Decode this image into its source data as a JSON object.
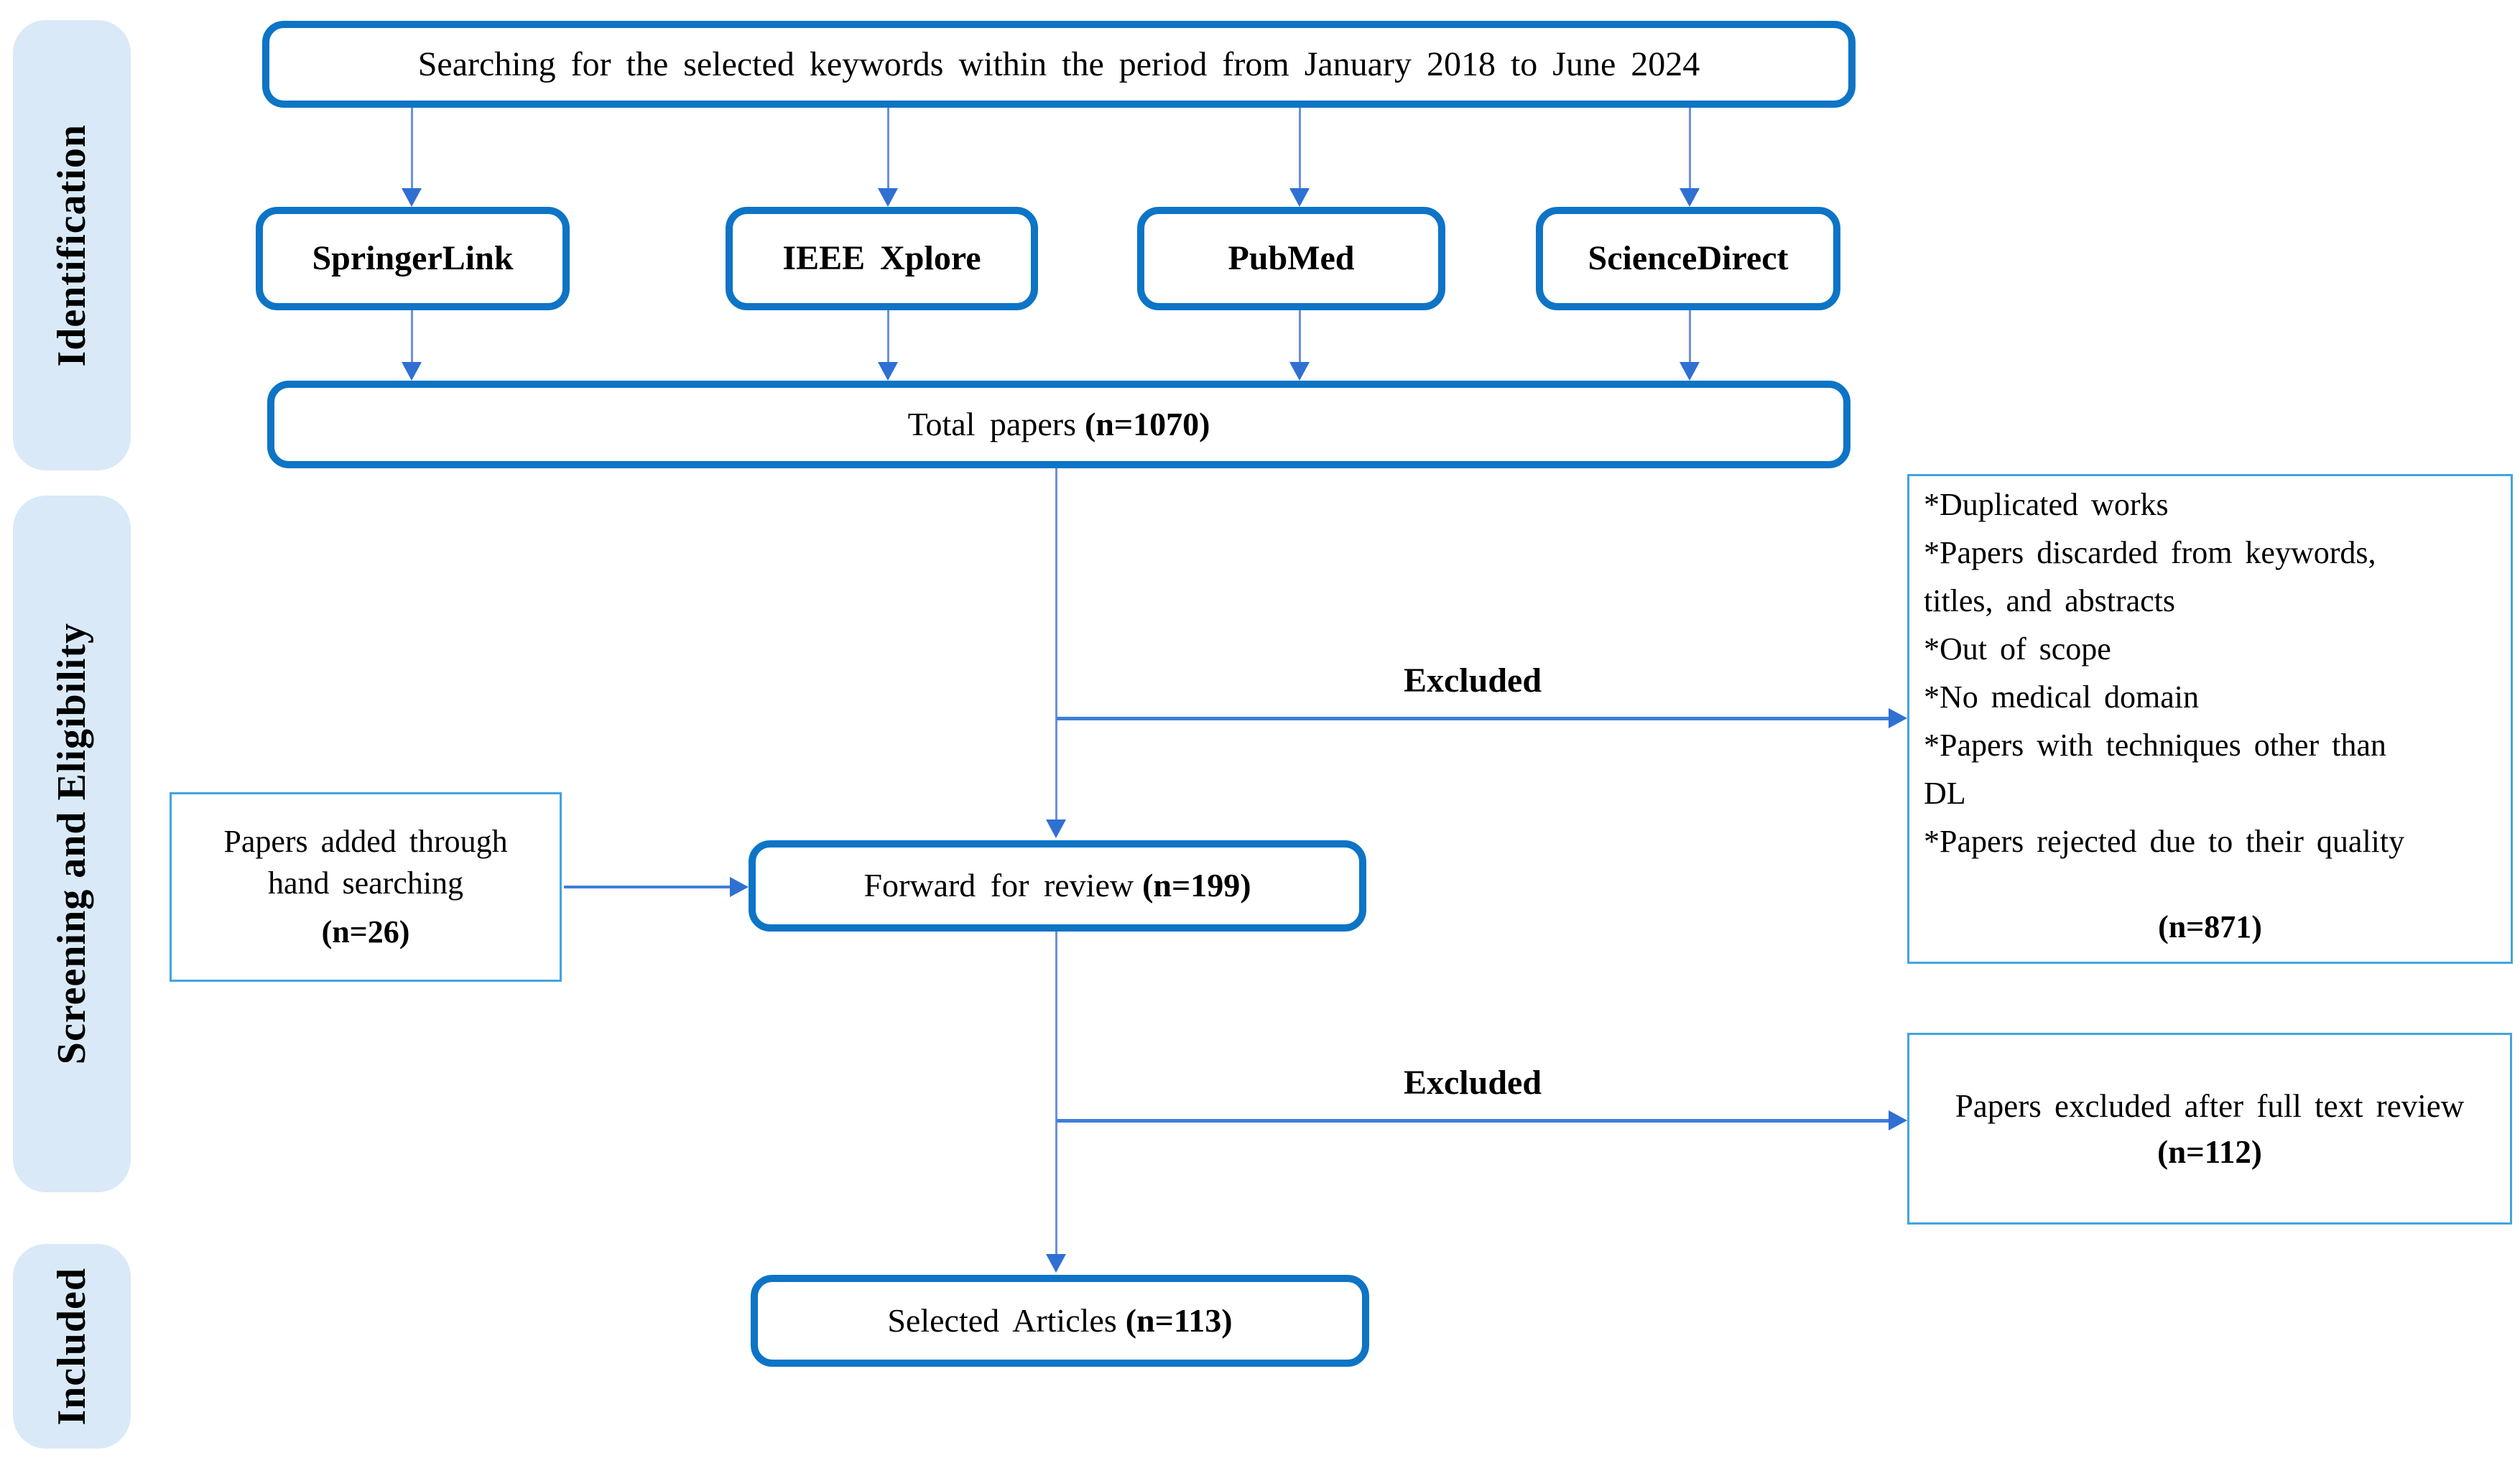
{
  "figure": {
    "type": "prisma-literature-selection-flowchart",
    "colors": {
      "thick_box_border": "#0d74c6",
      "thin_box_border": "#41a5dd",
      "phase_fill": "#d9e9f7",
      "connector_line": "#6b91d9",
      "connector_branch": "#3d7edb",
      "arrowhead": "#2f70d2",
      "text": "#000000",
      "background": "#ffffff"
    }
  },
  "sidebar": {
    "phases": [
      {
        "label": "Identification"
      },
      {
        "label": "Screening and Eligibility"
      },
      {
        "label": "Included"
      }
    ]
  },
  "nodes": {
    "search": {
      "label": "Searching for the selected keywords within the period from January 2018 to June 2024"
    },
    "databases": [
      {
        "label": "SpringerLink"
      },
      {
        "label": "IEEE Xplore"
      },
      {
        "label": "PubMed"
      },
      {
        "label": "ScienceDirect"
      }
    ],
    "total": {
      "label": "Total papers",
      "n": "(n=1070)"
    },
    "hand": {
      "line1": "Papers added through",
      "line2": "hand searching",
      "n": "(n=26)"
    },
    "forward": {
      "label": "Forward for review",
      "n": "(n=199)"
    },
    "selected": {
      "label": "Selected Articles",
      "n": "(n=113)"
    },
    "exclusion1": {
      "lines": [
        "*Duplicated works",
        "*Papers discarded from keywords,",
        "titles, and abstracts",
        "*Out of scope",
        "*No medical domain",
        "*Papers with techniques other than",
        "DL",
        "*Papers rejected due to their quality"
      ],
      "n": "(n=871)"
    },
    "exclusion2": {
      "label": "Papers excluded after full text review",
      "n": "(n=112)"
    }
  },
  "edges": {
    "excluded_label_1": "Excluded",
    "excluded_label_2": "Excluded"
  }
}
